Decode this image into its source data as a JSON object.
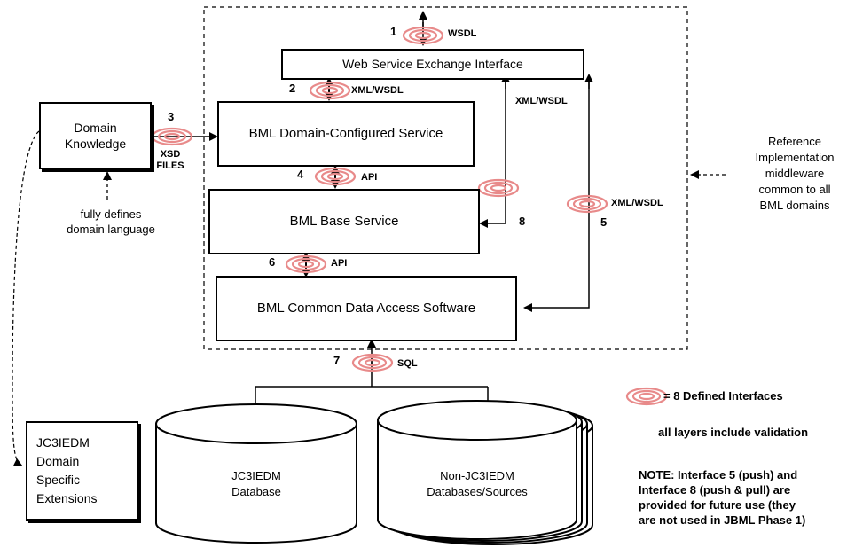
{
  "nodes": {
    "wsei": "Web Service Exchange Interface",
    "domain_configured": "BML Domain-Configured Service",
    "base_service": "BML Base Service",
    "common_data_access": "BML Common Data Access Software",
    "domain_knowledge": [
      "Domain",
      "Knowledge"
    ],
    "extensions": [
      "JC3IEDM",
      "Domain",
      "Specific",
      "Extensions"
    ],
    "jc3iedm_db": [
      "JC3IEDM",
      "Database"
    ],
    "non_jc3iedm_db": [
      "Non-JC3IEDM",
      "Databases/Sources"
    ]
  },
  "interfaces": {
    "i1": {
      "number": "1",
      "label": "WSDL"
    },
    "i2": {
      "number": "2",
      "label": "XML/WSDL"
    },
    "i3": {
      "number": "3",
      "label": [
        "XSD",
        "FILES"
      ]
    },
    "i4": {
      "number": "4",
      "label": "API"
    },
    "i5": {
      "number": "5",
      "label": "XML/WSDL"
    },
    "i6": {
      "number": "6",
      "label": "API"
    },
    "i7": {
      "number": "7",
      "label": "SQL"
    },
    "i8": {
      "number": "8",
      "label": ""
    },
    "xml_wsdl_top": "XML/WSDL"
  },
  "annotations": {
    "fully_defines": [
      "fully defines",
      "domain language"
    ],
    "reference_impl": [
      "Reference",
      "Implementation",
      "middleware",
      "common to all",
      "BML domains"
    ]
  },
  "legend": {
    "defined_interfaces": "= 8 Defined Interfaces",
    "validation": "all layers include validation",
    "note": [
      "NOTE: Interface 5 (push) and",
      "Interface 8 (push & pull) are",
      "provided for future use (they",
      "are not used in JBML Phase 1)"
    ]
  },
  "colors": {
    "ring": "#e88a8a",
    "line": "#000000"
  }
}
